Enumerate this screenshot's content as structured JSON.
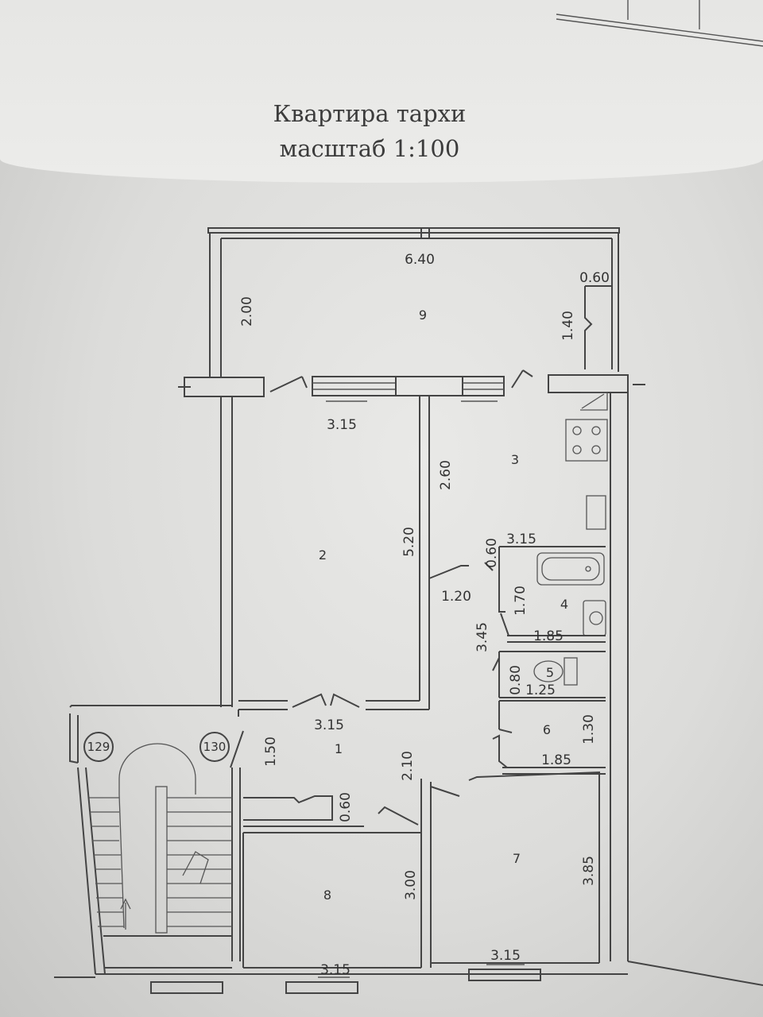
{
  "title": "Квартира тархи",
  "subtitle": "масштаб 1:100",
  "rooms": [
    "9",
    "2",
    "3",
    "4",
    "5",
    "6",
    "1",
    "7",
    "8"
  ],
  "apartments": [
    "129",
    "130"
  ],
  "dimensions": {
    "balcony_length": "6.40",
    "balcony_width": "2.00",
    "balcony_recess_width": "0.60",
    "balcony_recess_depth": "1.40",
    "room2_width": "3.15",
    "room2_length": "5.20",
    "kitchen_depth": "2.60",
    "kitchen_width": "3.15",
    "bath_gap": "0.60",
    "bath_length": "1.70",
    "bath_width": "1.85",
    "corridor_width": "1.20",
    "corridor_length": "3.45",
    "wc_length": "0.80",
    "wc_width": "1.25",
    "closet_length": "1.30",
    "closet_width": "1.85",
    "hall_width": "3.15",
    "hall_depth": "1.50",
    "hall_length": "2.10",
    "niche_depth": "0.60",
    "room8_length": "3.00",
    "room8_width": "3.15",
    "room7_length": "3.85",
    "room7_width": "3.15"
  }
}
